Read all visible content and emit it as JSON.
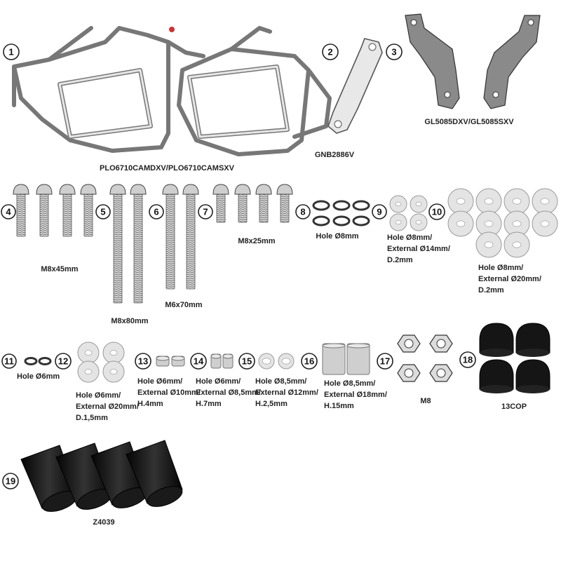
{
  "parts": [
    {
      "id": "1",
      "caption": "PLO6710CAMDXV/PLO6710CAMSXV"
    },
    {
      "id": "2",
      "caption": "GNB2886V"
    },
    {
      "id": "3",
      "caption": "GL5085DXV/GL5085SXV"
    },
    {
      "id": "4",
      "caption": "M8x45mm"
    },
    {
      "id": "5",
      "caption": "M8x80mm"
    },
    {
      "id": "6",
      "caption": "M6x70mm"
    },
    {
      "id": "7",
      "caption": "M8x25mm"
    },
    {
      "id": "8",
      "caption": "Hole Ø8mm"
    },
    {
      "id": "9",
      "caption_lines": [
        "Hole Ø8mm/",
        "External Ø14mm/",
        "D.2mm"
      ]
    },
    {
      "id": "10",
      "caption_lines": [
        "Hole Ø8mm/",
        "External Ø20mm/",
        "D.2mm"
      ]
    },
    {
      "id": "11",
      "caption": "Hole Ø6mm"
    },
    {
      "id": "12",
      "caption_lines": [
        "Hole Ø6mm/",
        "External Ø20mm/",
        "D.1,5mm"
      ]
    },
    {
      "id": "13",
      "caption_lines": [
        "Hole Ø6mm/",
        "External Ø10mm/",
        "H.4mm"
      ]
    },
    {
      "id": "14",
      "caption_lines": [
        "Hole Ø6mm/",
        "External Ø8,5mm/",
        "H.7mm"
      ]
    },
    {
      "id": "15",
      "caption_lines": [
        "Hole Ø8,5mm/",
        "External Ø12mm/",
        "H.2,5mm"
      ]
    },
    {
      "id": "16",
      "caption_lines": [
        "Hole Ø8,5mm/",
        "External Ø18mm/",
        "H.15mm"
      ]
    },
    {
      "id": "17",
      "caption": "M8"
    },
    {
      "id": "18",
      "caption": "13COP"
    },
    {
      "id": "19",
      "caption": "Z4039"
    }
  ]
}
